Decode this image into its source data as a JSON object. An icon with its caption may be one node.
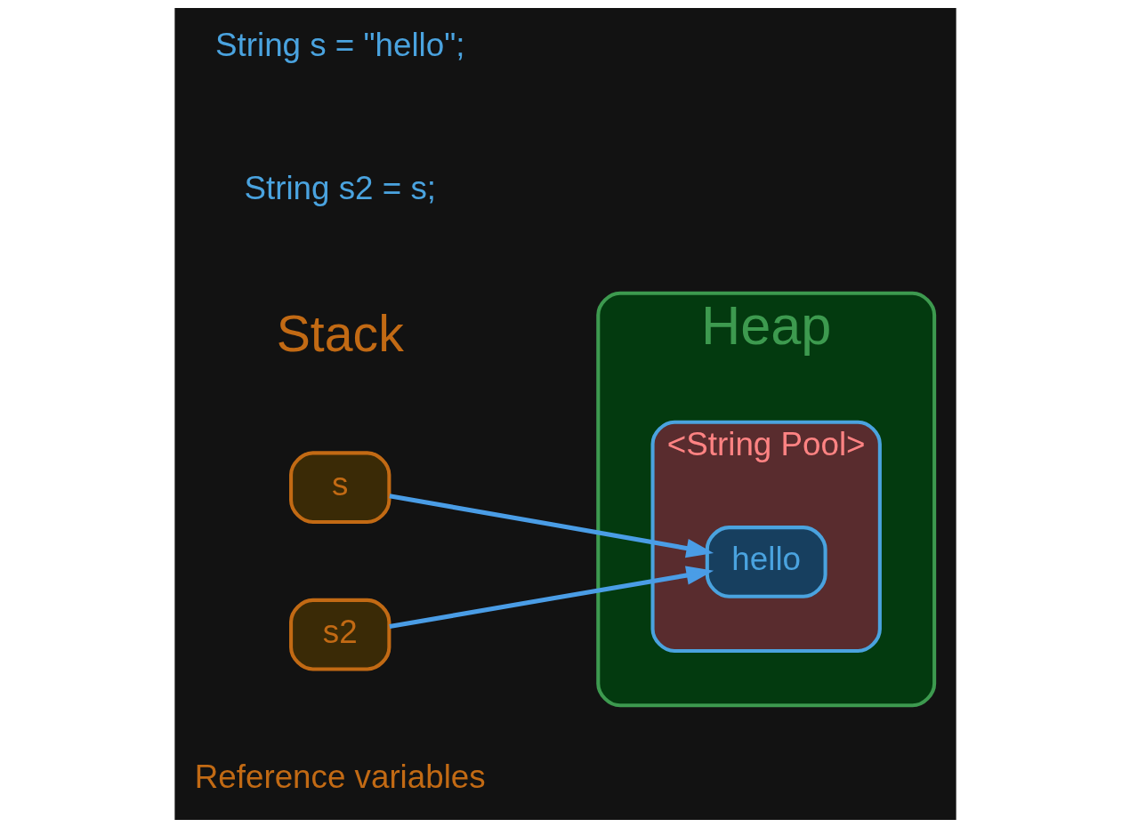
{
  "diagram": {
    "nodes": [
      {
        "text": [
          "Heap"
        ]
      },
      {
        "text": [
          "<String Pool>"
        ],
        "in": 0
      },
      {
        "text": [
          "hello"
        ],
        "in": 1
      },
      {
        "text": [
          "s"
        ]
      },
      {
        "text": [
          "s2"
        ]
      }
    ],
    "edges": [
      {
        "from": 3,
        "to": 2,
        "arrow": "to"
      },
      {
        "from": 4,
        "to": 2,
        "arrow": "to"
      }
    ],
    "labels": [
      "String s = \"hello\";",
      "String s2 = s;",
      "Stack",
      "Reference variables"
    ]
  }
}
